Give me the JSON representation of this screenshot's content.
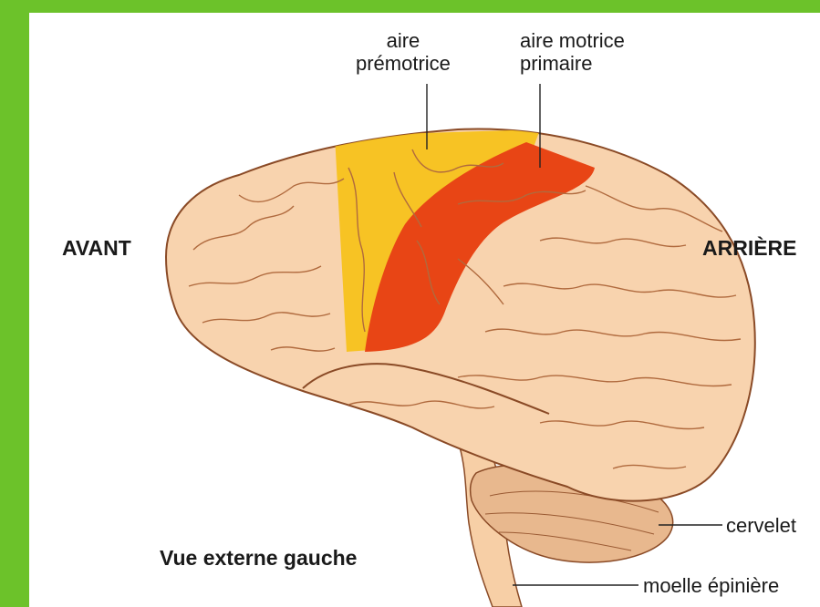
{
  "labels": {
    "premotor_line1": "aire",
    "premotor_line2": "prémotrice",
    "motor_line1": "aire motrice",
    "motor_line2": "primaire",
    "front": "AVANT",
    "back": "ARRIÈRE",
    "cerebellum": "cervelet",
    "spinal_cord": "moelle épinière",
    "view_caption": "Vue externe gauche"
  },
  "colors": {
    "frame": "#6cc22a",
    "brain_fill": "#f8d3ae",
    "brain_outline": "#8a4a26",
    "premotor_area": "#f7c21c",
    "primary_motor_area": "#e84515"
  }
}
